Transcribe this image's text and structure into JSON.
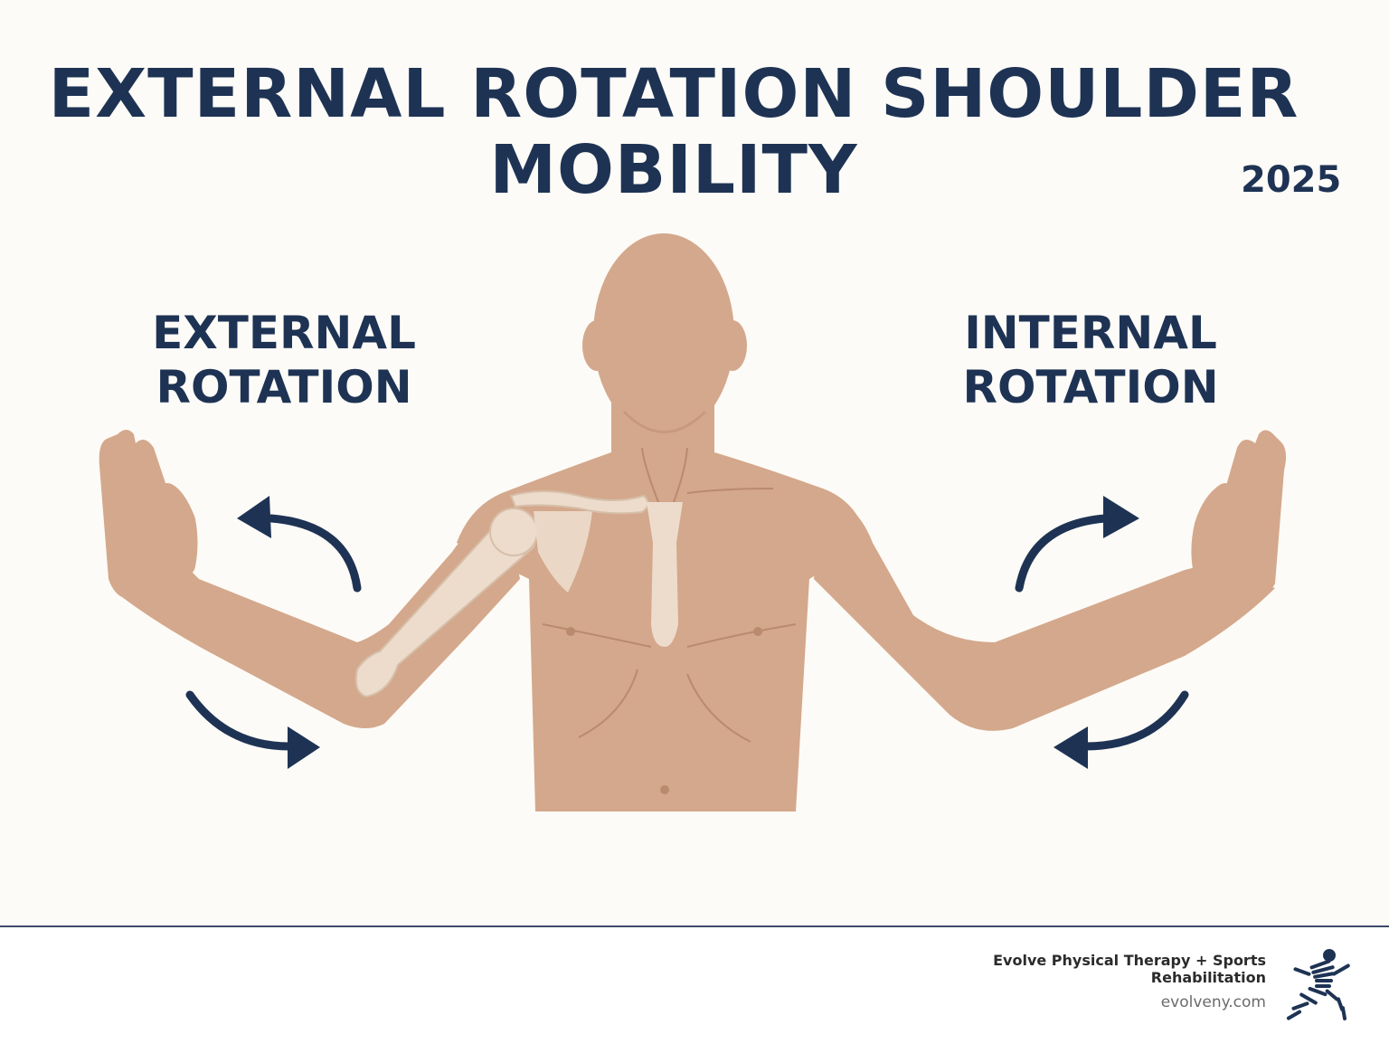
{
  "title_line1": "EXTERNAL ROTATION SHOULDER",
  "title_line2": "MOBILITY",
  "year": "2025",
  "left_label": {
    "line1": "EXTERNAL",
    "line2": "ROTATION"
  },
  "right_label": {
    "line1": "INTERNAL",
    "line2": "ROTATION"
  },
  "footer": {
    "brand_line1": "Evolve Physical Therapy + Sports",
    "brand_line2": "Rehabilitation",
    "website": "evolveny.com"
  },
  "colors": {
    "background": "#fdfbf7",
    "navy": "#1e3354",
    "skin": "#d4a88c",
    "skin_line": "#b98a6e",
    "bone": "#eddccc"
  }
}
